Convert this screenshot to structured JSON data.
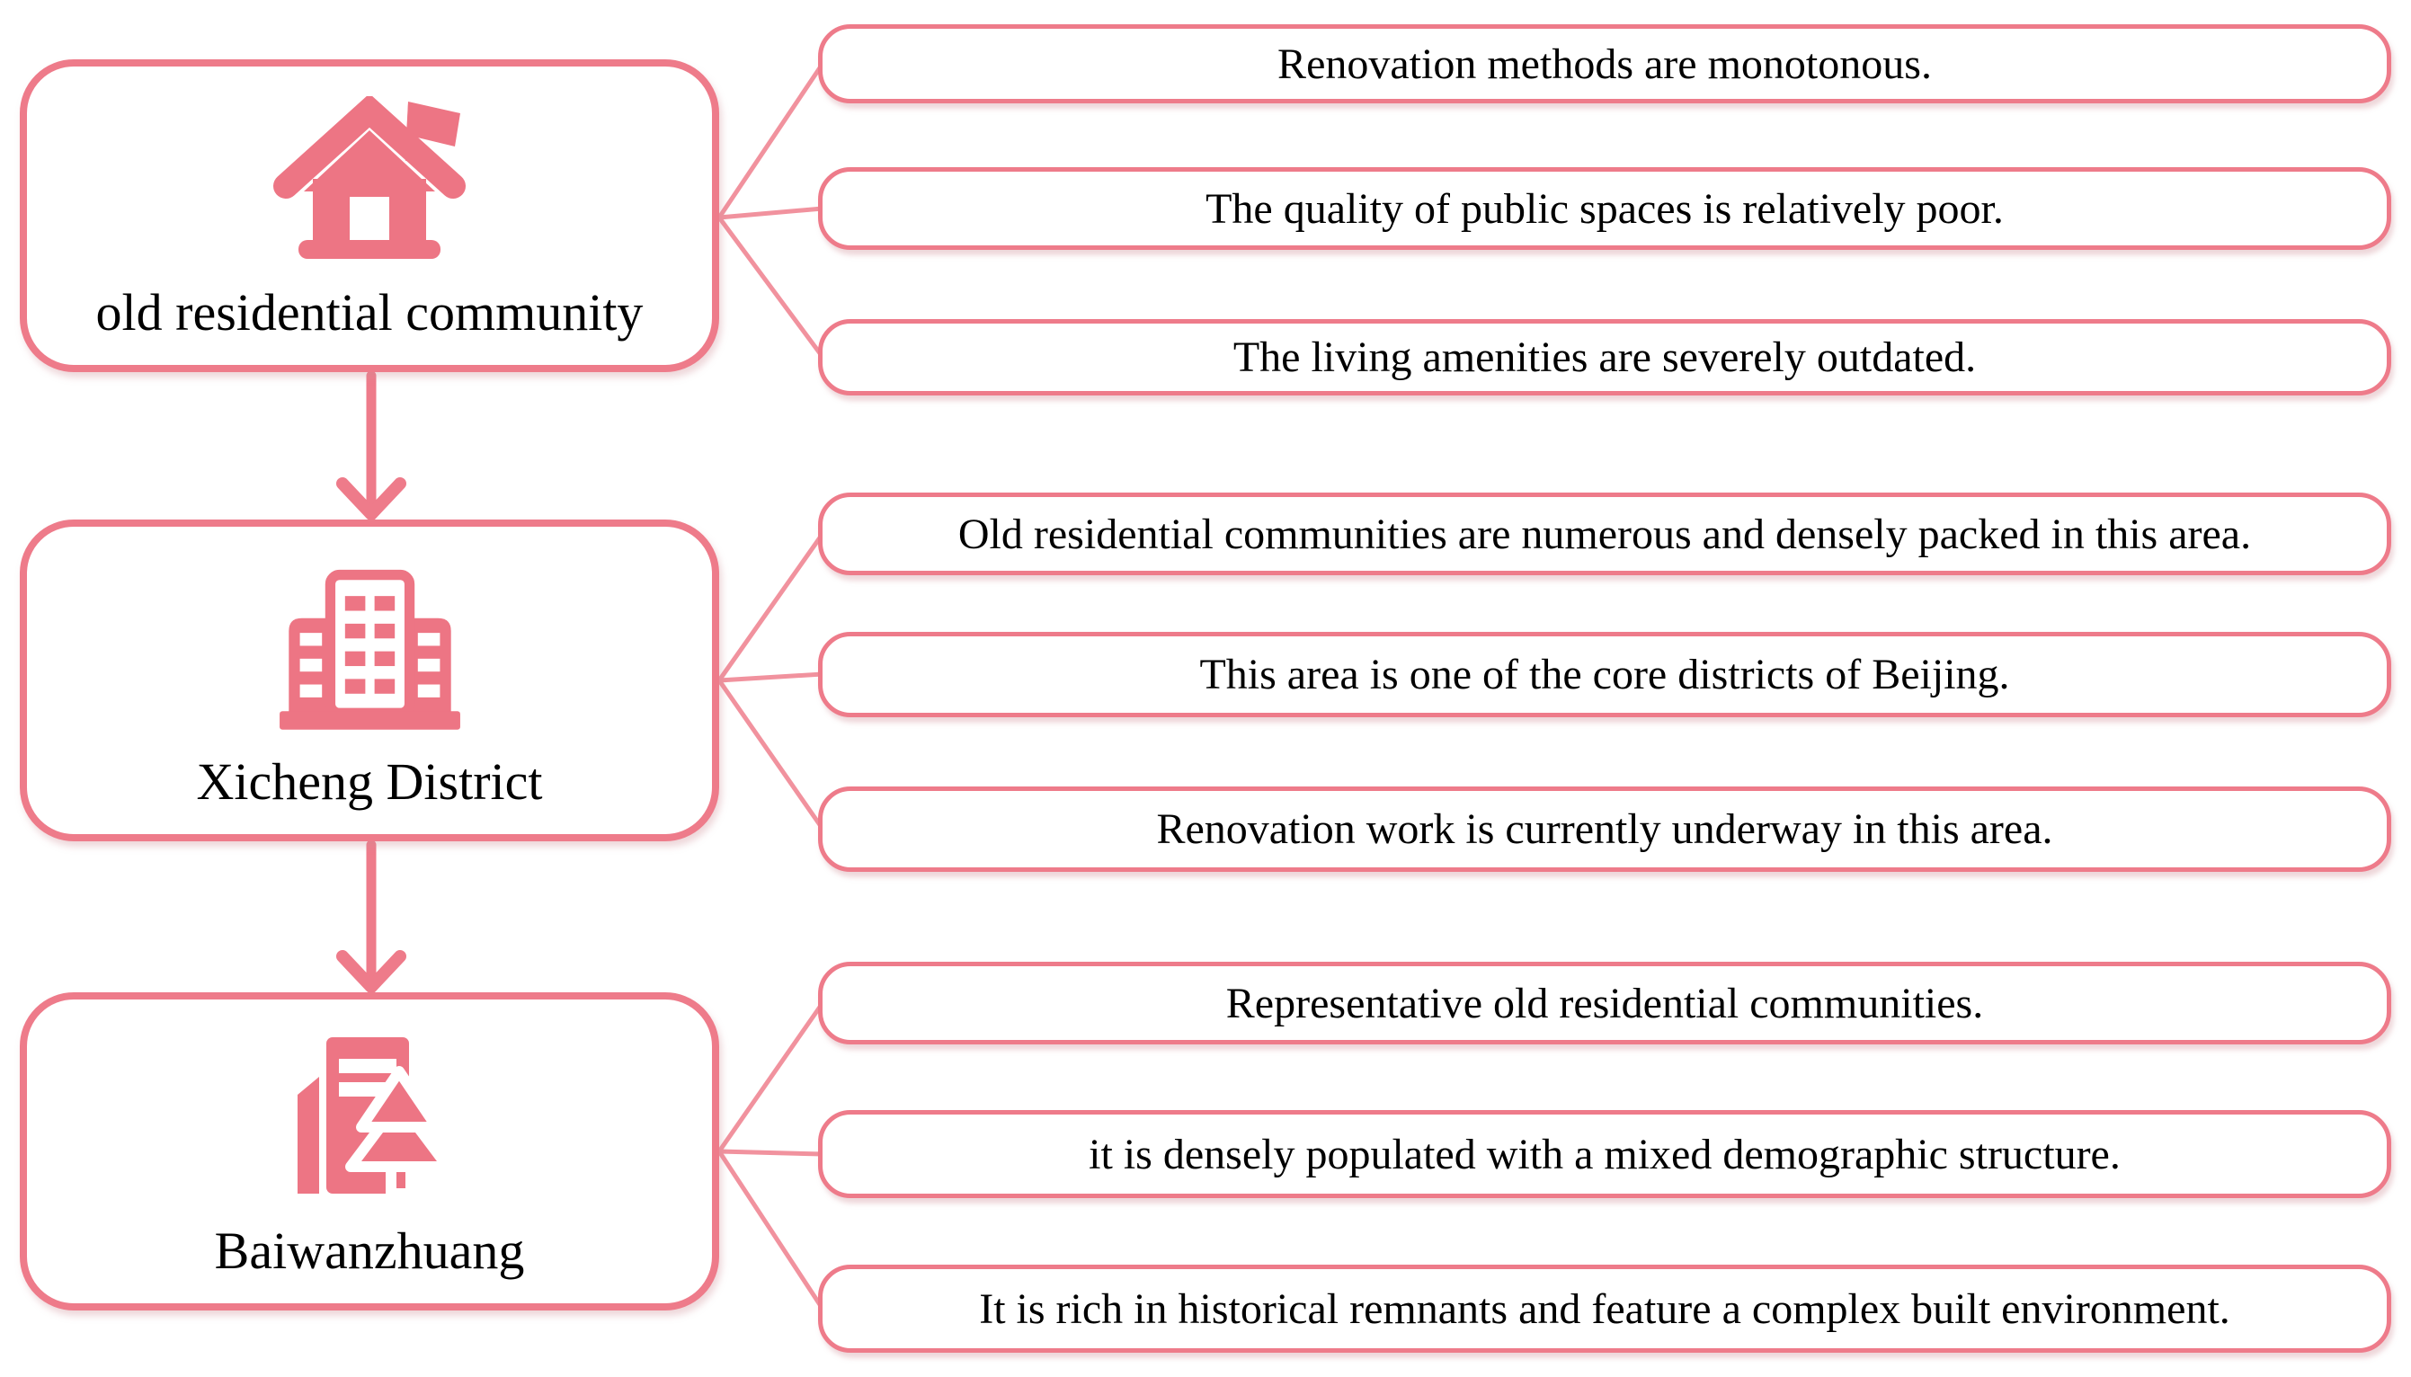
{
  "diagram": {
    "colors": {
      "accent_border": "#ee7b8a",
      "icon_fill": "#ed7584",
      "connector_line": "#f1929e",
      "text": "#000000",
      "background": "#ffffff"
    },
    "groups": [
      {
        "node": {
          "label": "old residential community",
          "icon": "house-flag-icon"
        },
        "notes": [
          "Renovation methods are monotonous.",
          "The quality of public spaces is relatively poor.",
          "The living amenities are severely outdated."
        ]
      },
      {
        "node": {
          "label": "Xicheng District",
          "icon": "office-building-icon"
        },
        "notes": [
          "Old residential communities are numerous and densely packed in this area.",
          "This area is one of the core districts of Beijing.",
          "Renovation work is currently underway in this area."
        ]
      },
      {
        "node": {
          "label": "Baiwanzhuang",
          "icon": "building-tree-icon"
        },
        "notes": [
          "Representative old residential communities.",
          "it is densely populated with a mixed demographic structure.",
          "It is rich in historical remnants and feature a complex built environment."
        ]
      }
    ]
  }
}
